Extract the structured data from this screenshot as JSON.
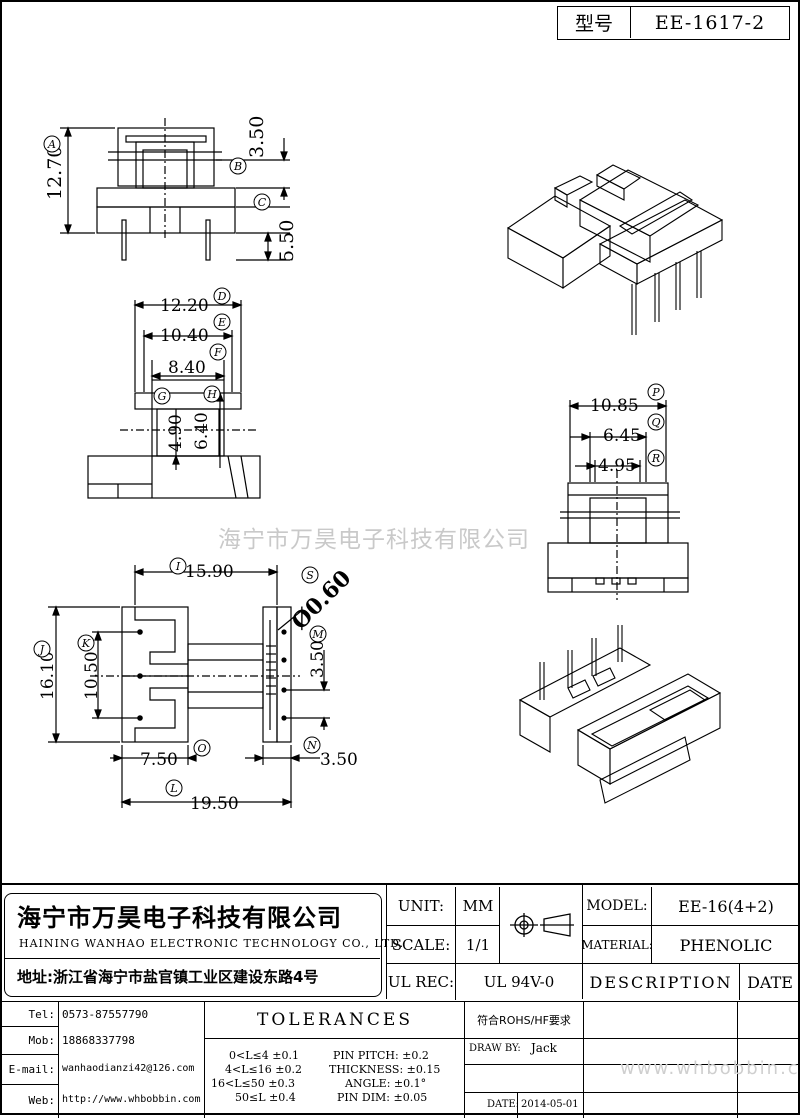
{
  "header": {
    "model_label": "型号",
    "model_code": "EE-1617-2"
  },
  "dims": {
    "d_a": "12.70",
    "d_b": "3.50",
    "d_c": "5.50",
    "d_d": "12.20",
    "d_e": "10.40",
    "d_f": "8.40",
    "d_g": "4.90",
    "d_h": "6.40",
    "d_p": "10.85",
    "d_q": "6.45",
    "d_r": "4.95",
    "d_i": "15.90",
    "d_s": "Ø0.60",
    "d_j": "16.10",
    "d_k": "10.50",
    "d_m": "3.50",
    "d_o": "7.50",
    "d_n": "3.50",
    "d_l": "19.50"
  },
  "markers": {
    "a": "A",
    "b": "B",
    "c": "C",
    "d": "D",
    "e": "E",
    "f": "F",
    "g": "G",
    "h": "H",
    "p": "P",
    "q": "Q",
    "r": "R",
    "i": "I",
    "s": "S",
    "j": "J",
    "k": "K",
    "m": "M",
    "o": "O",
    "n": "N",
    "l": "L"
  },
  "watermark": "海宁市万昊电子科技有限公司",
  "company": {
    "name_cn": "海宁市万昊电子科技有限公司",
    "name_en": "HAINING WANHAO ELECTRONIC TECHNOLOGY CO., LTD.",
    "address": "地址:浙江省海宁市盐官镇工业区建设东路4号"
  },
  "title_block": {
    "unit_label": "UNIT:",
    "unit_value": "MM",
    "scale_label": "SCALE:",
    "scale_value": "1/1",
    "ulrec_label": "UL REC:",
    "ulrec_value": "UL 94V-0",
    "model_label": "MODEL:",
    "model_value": "EE-16(4+2)",
    "material_label": "MATERIAL:",
    "material_value": "PHENOLIC",
    "description_label": "DESCRIPTION",
    "date_label": "DATE"
  },
  "contact": [
    {
      "label": "Tel:",
      "value": "0573-87557790"
    },
    {
      "label": "Mob:",
      "value": "18868337798"
    },
    {
      "label": "E-mail:",
      "value": "wanhaodianzi42@126.com"
    },
    {
      "label": "Web:",
      "value": "http://www.whbobbin.com"
    }
  ],
  "tolerances": {
    "title": "TOLERANCES",
    "ranges": [
      "0<L≤4 ±0.1",
      "4<L≤16 ±0.2",
      "16<L≤50 ±0.3",
      "50≤L ±0.4"
    ],
    "others": [
      "PIN PITCH: ±0.2",
      "THICKNESS: ±0.15",
      "ANGLE: ±0.1°",
      "PIN DIM: ±0.05"
    ]
  },
  "compliance": "符合ROHS/HF要求",
  "draw_by_label": "DRAW BY:",
  "draw_by_value": "Jack",
  "date_field_label": "DATE:",
  "date_field_value": "2014-05-01",
  "footer_watermark": "www.whbobbin.com"
}
